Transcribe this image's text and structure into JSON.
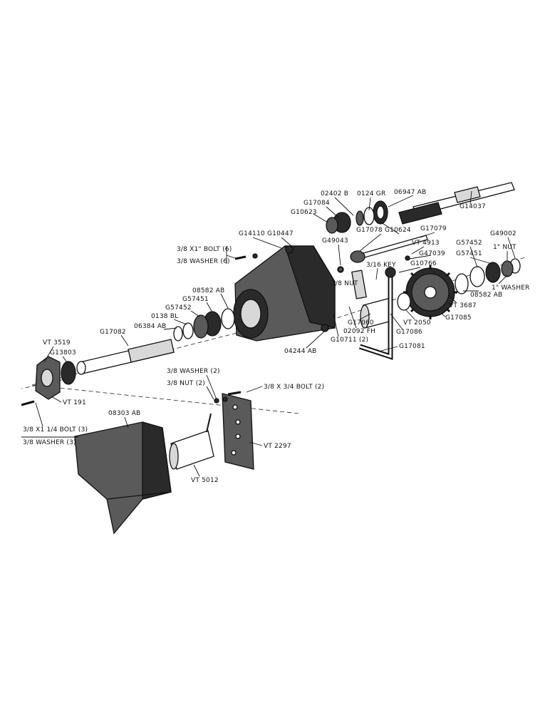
{
  "labels": {
    "p06947ab": "06947 AB",
    "p02402b": "02402 B",
    "p0124gr": "0124 GR",
    "p14037": "G14037",
    "p17084": "G17084",
    "p10623": "G10623",
    "p17078": "G17078",
    "p10624": "G10624",
    "p17079": "G17079",
    "p14110": "G14110",
    "p10447": "G10447",
    "p49043": "G49043",
    "pvt4913": "VT 4913",
    "p47039": "G47039",
    "p57452r": "G57452",
    "p57451r": "G57451",
    "p49002": "G49002",
    "p1nut": "1\" NUT",
    "bolt6": "3/8 X1\" BOLT (6)",
    "washer6": "3/8 WASHER (6)",
    "nutsmall": "3/8 NUT",
    "p10766": "G10766",
    "key": "3/16 KEY",
    "p1washer": "1\" WASHER",
    "p08582r": "08582 AB",
    "pvt3687": "VT 3687",
    "p08582l": "08582 AB",
    "p57451l": "G57451",
    "p57452l": "G57452",
    "p0138bl": "0138 BL",
    "p06384ab": "06384 AB",
    "p17082": "G17082",
    "p17085": "G17085",
    "p17060": "G17060",
    "pvt2050": "VT 2050",
    "p17086": "G17086",
    "p02092fh": "02092 FH",
    "p10711": "G10711 (2)",
    "p04244ab": "04244 AB",
    "p17081": "G17081",
    "pvt3519": "VT 3519",
    "p13803": "G13803",
    "pvt191": "VT 191",
    "washer2": "3/8 WASHER (2)",
    "nut2": "3/8 NUT (2)",
    "bolt2": "3/8 X 3/4 BOLT (2)",
    "bolt3": "3/8 X1 1/4 BOLT (3)",
    "washer3": "3/8 WASHER (3)",
    "p08303ab": "08303 AB",
    "pvt2297": "VT 2297",
    "pvt5012": "VT 5012"
  }
}
